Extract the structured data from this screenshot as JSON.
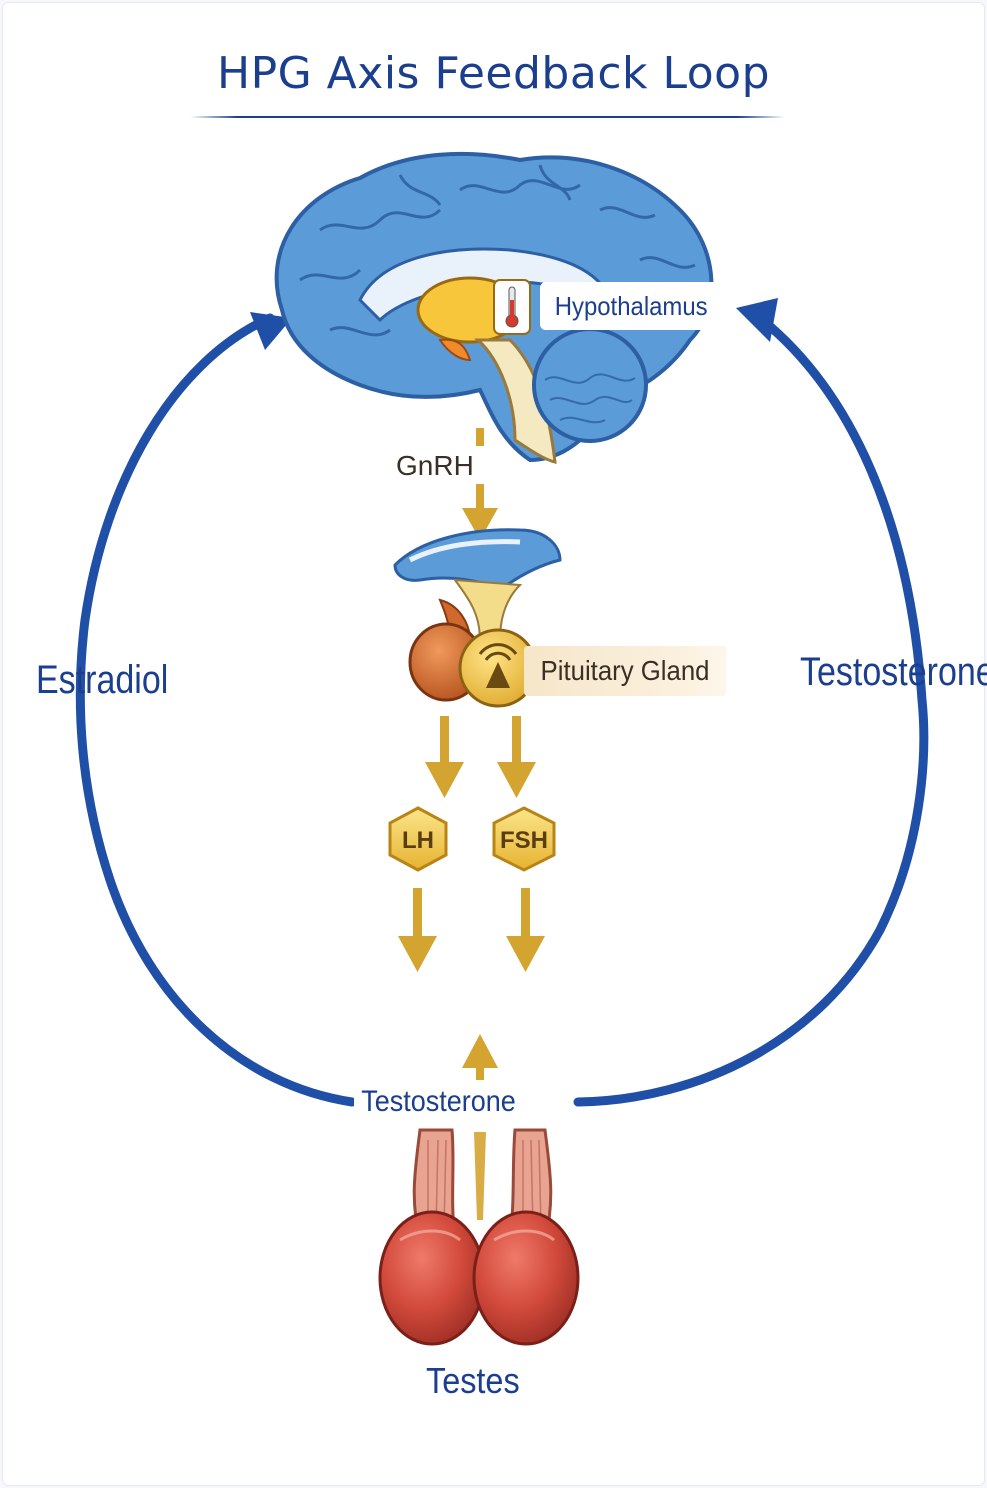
{
  "title": "HPG Axis Feedback Loop",
  "labels": {
    "hypothalamus": "Hypothalamus",
    "gnrh": "GnRH",
    "pituitary": "Pituitary Gland",
    "lh": "LH",
    "fsh": "FSH",
    "testosterone_feedback": "Testosterone",
    "estradiol_feedback": "Estradiol",
    "testosterone_output": "Testosterone",
    "testes": "Testes"
  },
  "colors": {
    "title": "#1b3f8e",
    "loop_arrow": "#1f4fa6",
    "hormone_arrow": "#d4a431",
    "hex_fill": "#f3c94c",
    "brain": "#5b9bd8",
    "testes": "#c9483a"
  }
}
